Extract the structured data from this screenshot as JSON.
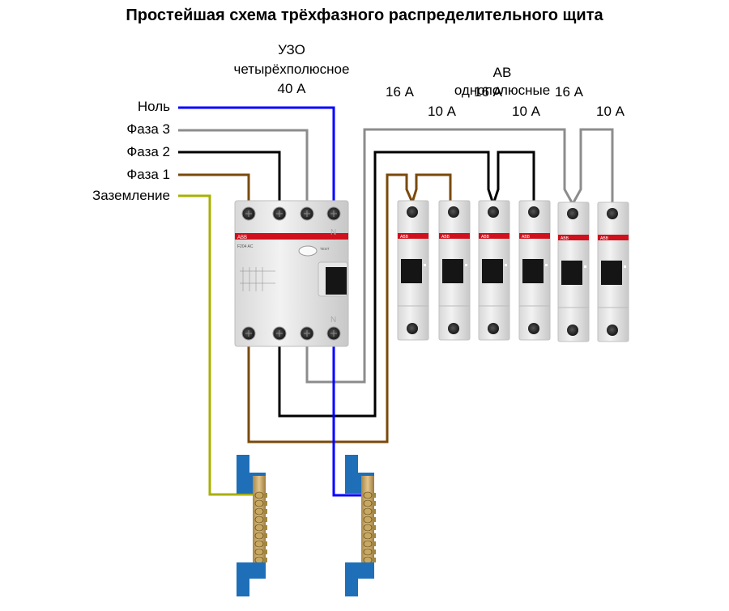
{
  "title": "Простейшая схема трёхфазного распределительного щита",
  "rcd": {
    "label_line1": "УЗО",
    "label_line2": "четырёхполюсное",
    "label_line3": "40 А",
    "brand": "ABB",
    "model": "F204 AC",
    "test_label": "TEST",
    "terminal_mark": "N"
  },
  "breakers": {
    "label_line1": "АВ",
    "label_line2": "однополюсные",
    "ratings": [
      "16 А",
      "10 А",
      "16 А",
      "10 А",
      "16 А",
      "10 А"
    ],
    "brand": "ABB"
  },
  "wires": [
    {
      "label": "Ноль",
      "color": "#0000ff"
    },
    {
      "label": "Фаза 3",
      "color": "#8c8c8c"
    },
    {
      "label": "Фаза 2",
      "color": "#000000"
    },
    {
      "label": "Фаза 1",
      "color": "#7a4a0a"
    },
    {
      "label": "Заземление",
      "color": "#a8b000"
    }
  ],
  "busbars": [
    {
      "name": "ground-busbar",
      "wire": "Заземление"
    },
    {
      "name": "neutral-busbar",
      "wire": "Ноль"
    }
  ]
}
